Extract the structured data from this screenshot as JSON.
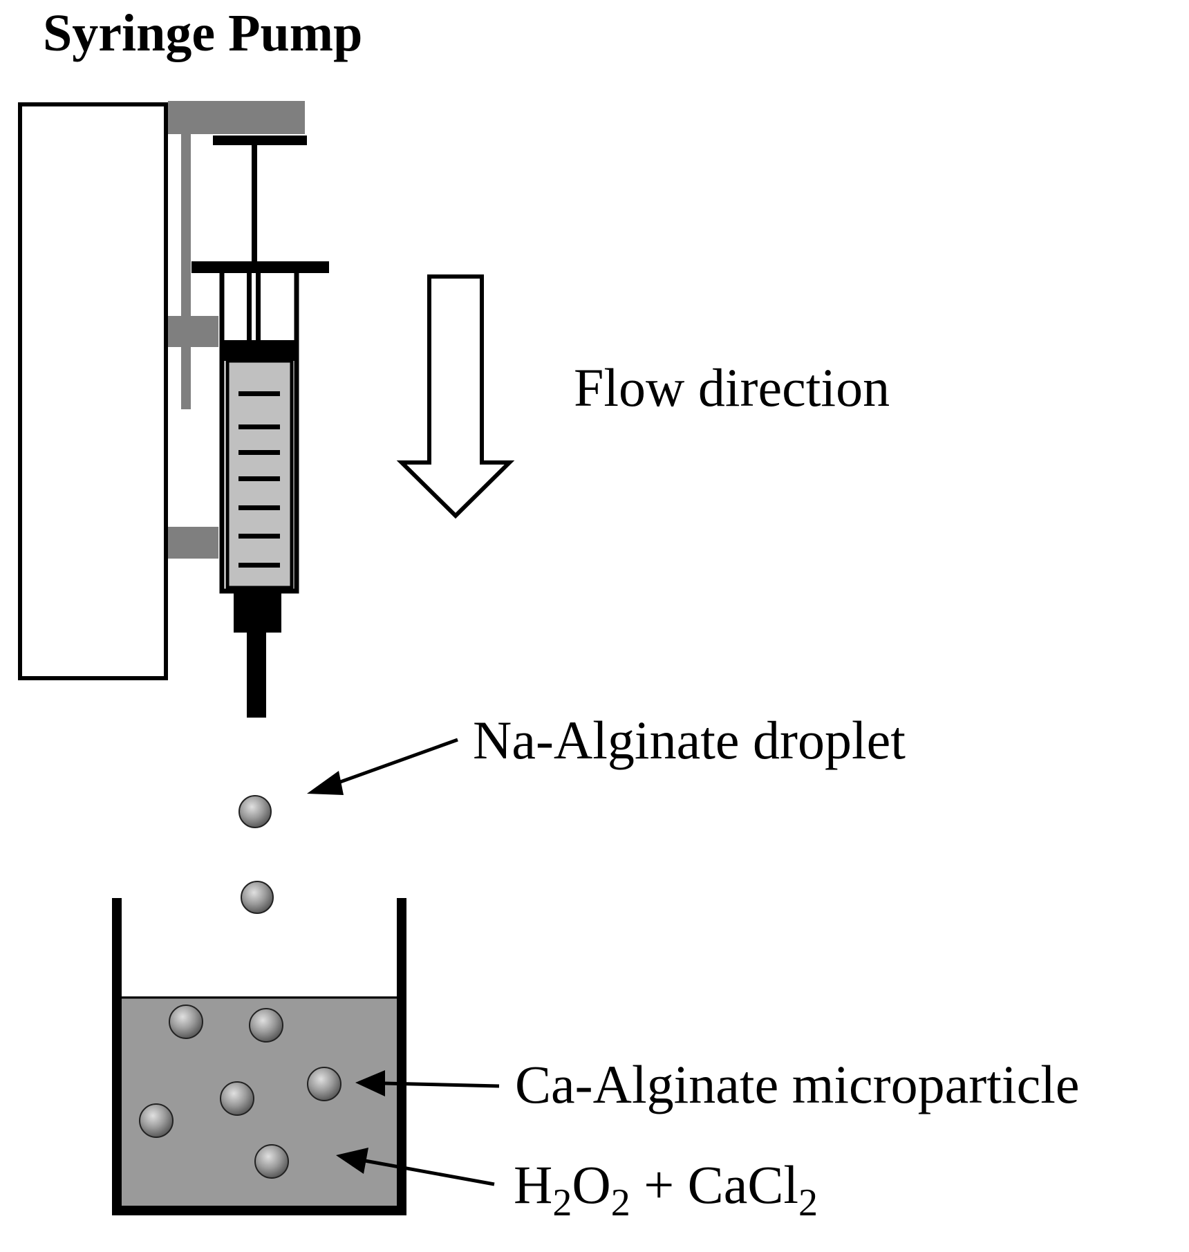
{
  "title": "Syringe Pump",
  "flow_label": "Flow direction",
  "droplet_label": "Na-Alginate droplet",
  "microparticle_label": "Ca-Alginate microparticle",
  "solution_label": {
    "h": "H",
    "sub1": "2",
    "o": "O",
    "sub2": "2",
    "plus": " + CaCl",
    "sub3": "2"
  },
  "colors": {
    "line": "#000000",
    "pump_arm": "#7f7f7f",
    "barrel_fill": "#c0c0c0",
    "solution_fill": "#9a9a9a",
    "bead_light": "#e0e0e0",
    "bead_dark": "#5a5a5a"
  }
}
